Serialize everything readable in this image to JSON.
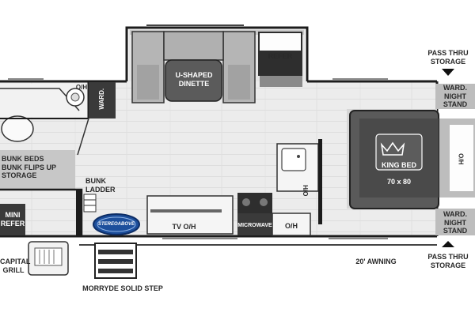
{
  "floorplan": {
    "labels": {
      "refer": "REFER",
      "dinette": [
        "U-SHAPED",
        "DINETTE"
      ],
      "pass_thru_top": [
        "PASS THRU",
        "STORAGE"
      ],
      "pass_thru_bottom": [
        "PASS THRU",
        "STORAGE"
      ],
      "ward_night_stand_top": [
        "WARD.",
        "NIGHT",
        "STAND"
      ],
      "ward_night_stand_bottom": [
        "WARD.",
        "NIGHT",
        "STAND"
      ],
      "oh_bath": "O/H",
      "ward_vertical": "WARD.",
      "bunk_beds": [
        "BUNK BEDS",
        "BUNK FLIPS UP",
        "STORAGE"
      ],
      "mini_refer": [
        "MINI",
        "REFER"
      ],
      "bunk_ladder": [
        "BUNK",
        "LADDER"
      ],
      "king_bed": "KING BED",
      "bed_size": "70 x 80",
      "oh_bed": "O/H",
      "oh_kitchen": "O/H",
      "tv_oh": "TV O/H",
      "microwave": "MICROWAVE",
      "oh_small": "O/H",
      "awning": "20' AWNING",
      "morryde_step": "MORRYDE SOLID STEP",
      "capital_grill": [
        "CAPITAL",
        "GRILL"
      ],
      "stereo_logo": "STEREOABOVE"
    },
    "colors": {
      "outline": "#1c1c1c",
      "floor": "#eaeaea",
      "cushion": "#9b9b9b",
      "bed_dark": "#555555",
      "appliance_dark": "#3a3a3a",
      "logo_blue": "#1d4f9c"
    }
  }
}
